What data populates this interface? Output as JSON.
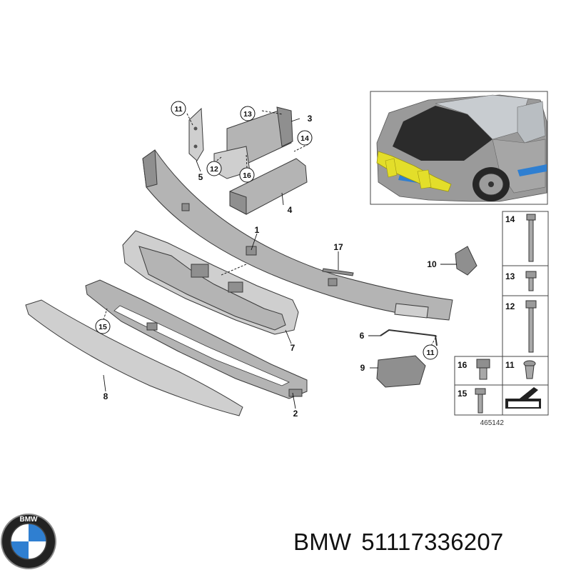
{
  "diagram": {
    "part_callouts": [
      "1",
      "2",
      "3",
      "4",
      "5",
      "6",
      "7",
      "8",
      "9",
      "10",
      "17"
    ],
    "circled_callouts": [
      "11",
      "12",
      "13",
      "14",
      "15",
      "16"
    ],
    "fastener_legend": {
      "rows": [
        {
          "number": "14",
          "part": "long-bolt"
        },
        {
          "number": "13",
          "part": "short-bolt"
        },
        {
          "number": "12",
          "part": "medium-bolt"
        },
        {
          "number": "16",
          "part": "nut"
        },
        {
          "number": "11",
          "part": "clip-screw"
        },
        {
          "number": "15",
          "part": "stud-bolt"
        }
      ]
    },
    "diagram_id": "465142",
    "inset_highlight_color": "#e3de2a"
  },
  "footer": {
    "brand": "BMW",
    "part_number": "51117336207",
    "logo_letters": "BMW"
  }
}
